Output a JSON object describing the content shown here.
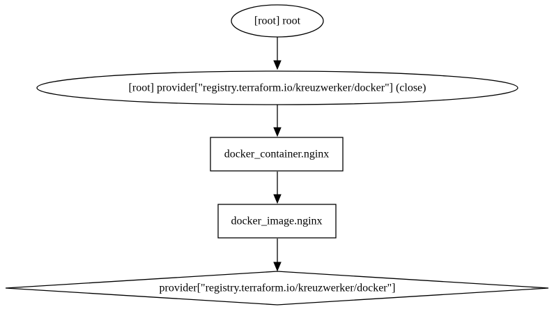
{
  "nodes": {
    "root": {
      "label": "[root] root",
      "shape": "ellipse"
    },
    "provider_close": {
      "label": "[root] provider[\"registry.terraform.io/kreuzwerker/docker\"] (close)",
      "shape": "ellipse"
    },
    "docker_container": {
      "label": "docker_container.nginx",
      "shape": "box"
    },
    "docker_image": {
      "label": "docker_image.nginx",
      "shape": "box"
    },
    "provider": {
      "label": "provider[\"registry.terraform.io/kreuzwerker/docker\"]",
      "shape": "diamond"
    }
  },
  "edges": [
    {
      "from": "root",
      "to": "provider_close"
    },
    {
      "from": "provider_close",
      "to": "docker_container"
    },
    {
      "from": "docker_container",
      "to": "docker_image"
    },
    {
      "from": "docker_image",
      "to": "provider"
    }
  ],
  "colors": {
    "stroke": "#000000",
    "fill": "#ffffff",
    "text": "#000000"
  }
}
